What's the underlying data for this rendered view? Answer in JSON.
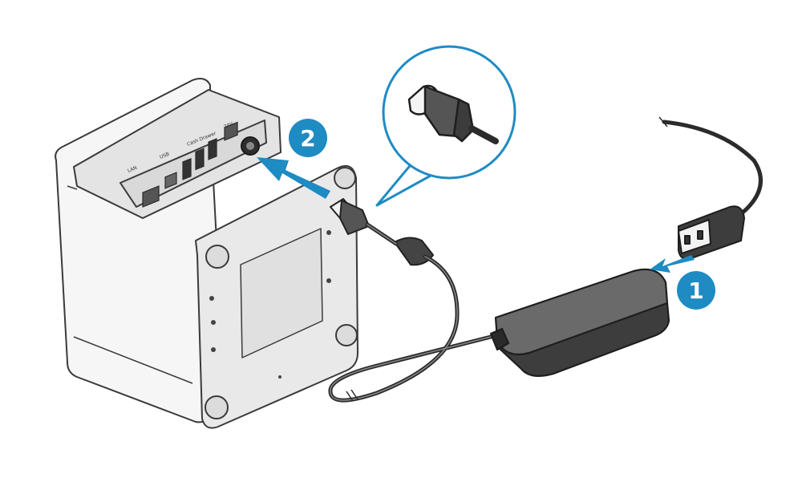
{
  "steps": [
    {
      "number": "1"
    },
    {
      "number": "2"
    }
  ],
  "port_labels": [
    "LAN",
    "USB",
    "Cash Drawer",
    "24V"
  ],
  "colors": {
    "accent": "#1e8bc3",
    "device_body": "#f4f4f4",
    "device_edge": "#3a3a3a",
    "adapter": "#4a4a4a",
    "cable": "#2f2f2f"
  },
  "icons": [
    "printer-device",
    "power-adapter",
    "power-cord",
    "dc-plug",
    "ac-plug",
    "insert-arrow-icon",
    "zoom-callout-icon"
  ]
}
